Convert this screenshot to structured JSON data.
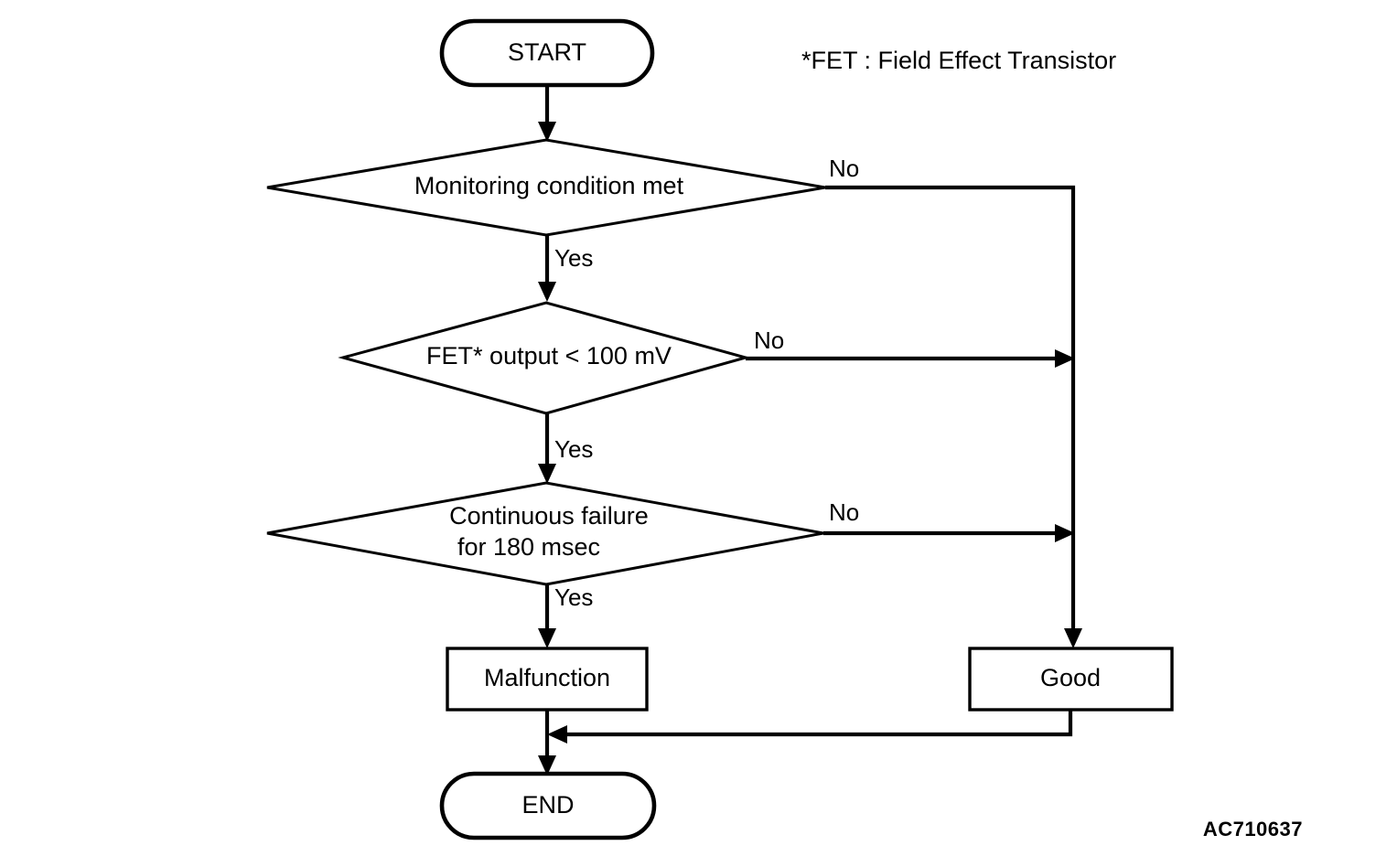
{
  "diagram": {
    "title_legend": "*FET : Field Effect Transistor",
    "reference_code": "AC710637",
    "colors": {
      "stroke": "#000000",
      "fill": "#ffffff",
      "background": "#ffffff"
    },
    "nodes": {
      "start": {
        "label": "START",
        "shape": "stadium"
      },
      "end": {
        "label": "END",
        "shape": "stadium"
      },
      "decision_1": {
        "label": "Monitoring condition met",
        "shape": "diamond"
      },
      "decision_2": {
        "label": "FET* output < 100 mV",
        "shape": "diamond"
      },
      "decision_3": {
        "label_line_1": "Continuous failure",
        "label_line_2": "for 180 msec",
        "shape": "diamond"
      },
      "result_malfunction": {
        "label": "Malfunction",
        "shape": "rectangle"
      },
      "result_good": {
        "label": "Good",
        "shape": "rectangle"
      }
    },
    "edges": {
      "d1_no": "No",
      "d1_yes": "Yes",
      "d2_no": "No",
      "d2_yes": "Yes",
      "d3_no": "No",
      "d3_yes": "Yes"
    }
  }
}
